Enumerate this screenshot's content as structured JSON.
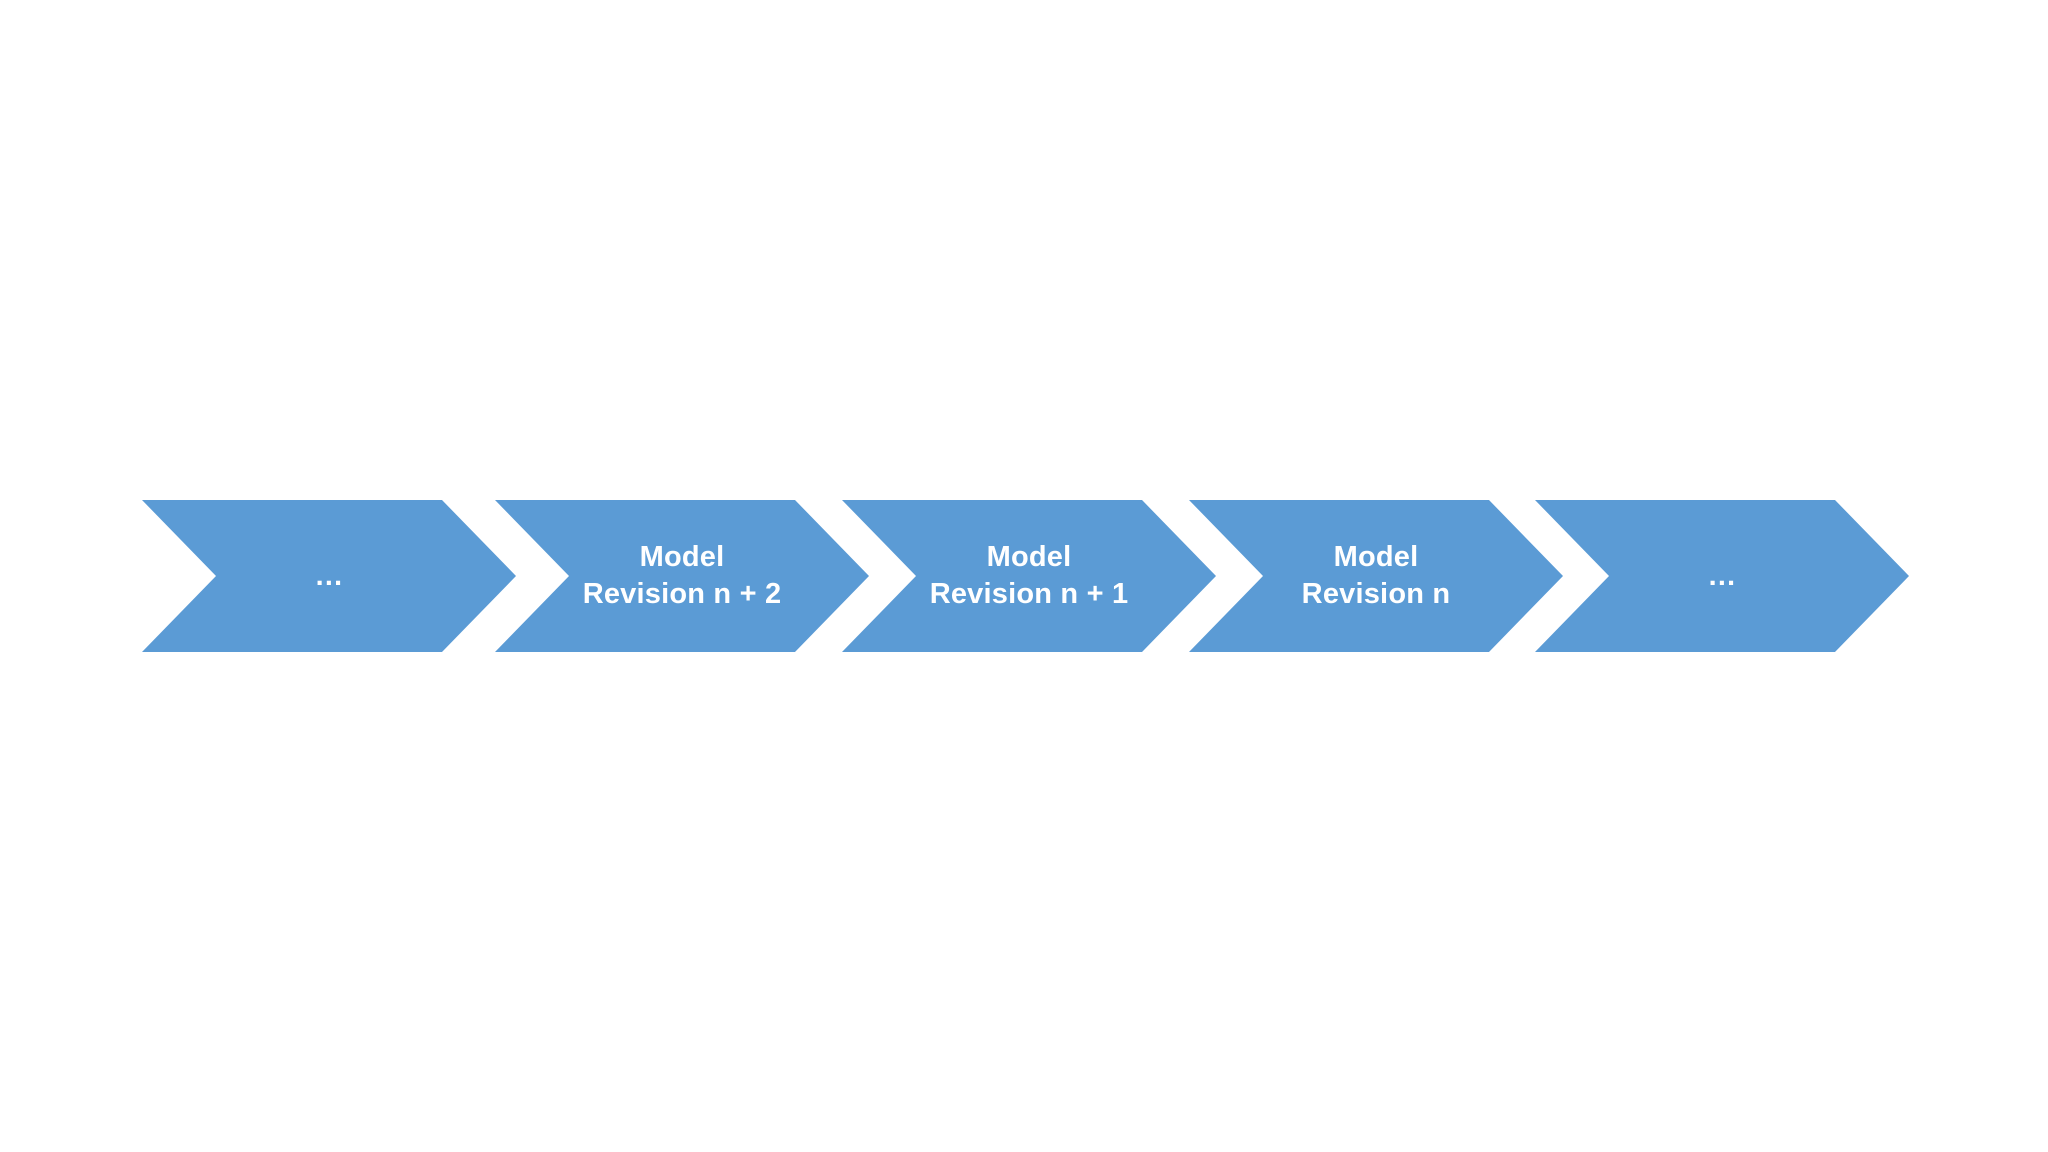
{
  "diagram": {
    "accent_color": "#5B9BD5",
    "text_color": "#FFFFFF",
    "background_color": "#FFFFFF",
    "steps": [
      {
        "label": "…"
      },
      {
        "label": "Model\nRevision n + 2"
      },
      {
        "label": "Model\nRevision n + 1"
      },
      {
        "label": "Model\nRevision n"
      },
      {
        "label": "…"
      }
    ]
  }
}
